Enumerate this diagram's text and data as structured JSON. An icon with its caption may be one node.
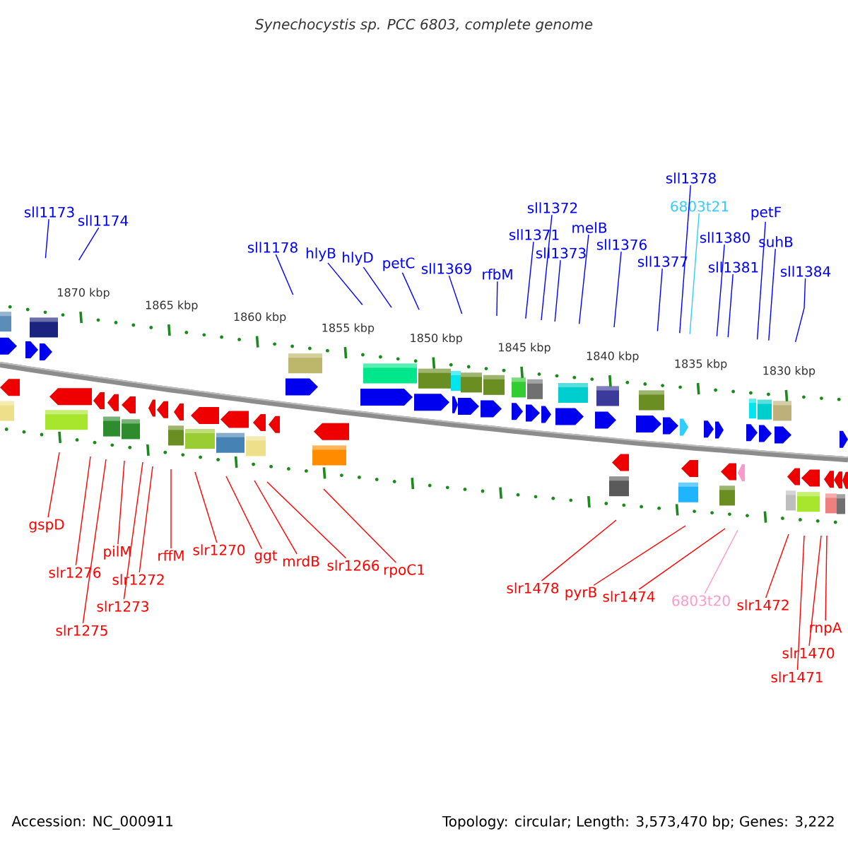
{
  "diagram": {
    "title": "Synechocystis sp. PCC 6803, complete genome",
    "nodes": [
      {
        "text": [
          "sll1173"
        ]
      },
      {
        "text": [
          "sll1174"
        ]
      },
      {
        "text": [
          "sll1178"
        ]
      },
      {
        "text": [
          "hlyB"
        ]
      },
      {
        "text": [
          "hlyD"
        ]
      },
      {
        "text": [
          "petC"
        ]
      },
      {
        "text": [
          "sll1369"
        ]
      },
      {
        "text": [
          "rfbM"
        ]
      },
      {
        "text": [
          "sll1371"
        ]
      },
      {
        "text": [
          "sll1372"
        ]
      },
      {
        "text": [
          "sll1373"
        ]
      },
      {
        "text": [
          "melB"
        ]
      },
      {
        "text": [
          "sll1376"
        ]
      },
      {
        "text": [
          "sll1377"
        ]
      },
      {
        "text": [
          "sll1378"
        ]
      },
      {
        "text": [
          "6803t21"
        ]
      },
      {
        "text": [
          "sll1380"
        ]
      },
      {
        "text": [
          "sll1381"
        ]
      },
      {
        "text": [
          "petF"
        ]
      },
      {
        "text": [
          "suhB"
        ]
      },
      {
        "text": [
          "sll1384"
        ]
      },
      {
        "text": [
          "gspD"
        ]
      },
      {
        "text": [
          "slr1276"
        ]
      },
      {
        "text": [
          "pilM"
        ]
      },
      {
        "text": [
          "slr1272"
        ]
      },
      {
        "text": [
          "slr1273"
        ]
      },
      {
        "text": [
          "slr1275"
        ]
      },
      {
        "text": [
          "rffM"
        ]
      },
      {
        "text": [
          "slr1270"
        ]
      },
      {
        "text": [
          "ggt"
        ]
      },
      {
        "text": [
          "mrdB"
        ]
      },
      {
        "text": [
          "slr1266"
        ]
      },
      {
        "text": [
          "rpoC1"
        ]
      },
      {
        "text": [
          "slr1478"
        ]
      },
      {
        "text": [
          "pyrB"
        ]
      },
      {
        "text": [
          "slr1474"
        ]
      },
      {
        "text": [
          "6803t20"
        ]
      },
      {
        "text": [
          "slr1472"
        ]
      },
      {
        "text": [
          "rnpA"
        ]
      },
      {
        "text": [
          "slr1470"
        ]
      },
      {
        "text": [
          "slr1471"
        ]
      }
    ],
    "edges": [
      {
        "from": 0,
        "to": null,
        "arrow": "none",
        "color": "#0000ff"
      },
      {
        "from": 1,
        "to": null,
        "arrow": "none",
        "color": "#0000ff"
      },
      {
        "from": 2,
        "to": null,
        "arrow": "none",
        "color": "#0000ff"
      },
      {
        "from": 3,
        "to": null,
        "arrow": "none",
        "color": "#0000ff"
      },
      {
        "from": 4,
        "to": null,
        "arrow": "none",
        "color": "#0000ff"
      },
      {
        "from": 5,
        "to": null,
        "arrow": "none",
        "color": "#0000ff"
      },
      {
        "from": 6,
        "to": null,
        "arrow": "none",
        "color": "#0000ff"
      },
      {
        "from": 7,
        "to": null,
        "arrow": "none",
        "color": "#0000ff"
      },
      {
        "from": 8,
        "to": null,
        "arrow": "none",
        "color": "#0000ff"
      },
      {
        "from": 9,
        "to": null,
        "arrow": "none",
        "color": "#0000ff"
      },
      {
        "from": 10,
        "to": null,
        "arrow": "none",
        "color": "#0000ff"
      },
      {
        "from": 11,
        "to": null,
        "arrow": "none",
        "color": "#0000ff"
      },
      {
        "from": 12,
        "to": null,
        "arrow": "none",
        "color": "#0000ff"
      },
      {
        "from": 13,
        "to": null,
        "arrow": "none",
        "color": "#0000ff"
      },
      {
        "from": 14,
        "to": null,
        "arrow": "none",
        "color": "#0000ff"
      },
      {
        "from": 15,
        "to": null,
        "arrow": "none",
        "color": "#33ccff"
      },
      {
        "from": 16,
        "to": null,
        "arrow": "none",
        "color": "#0000ff"
      },
      {
        "from": 17,
        "to": null,
        "arrow": "none",
        "color": "#0000ff"
      },
      {
        "from": 18,
        "to": null,
        "arrow": "none",
        "color": "#0000ff"
      },
      {
        "from": 19,
        "to": null,
        "arrow": "none",
        "color": "#0000ff"
      },
      {
        "from": 20,
        "to": null,
        "arrow": "none",
        "color": "#0000ff"
      },
      {
        "from": 21,
        "to": null,
        "arrow": "none",
        "color": "#ff0000"
      },
      {
        "from": 22,
        "to": null,
        "arrow": "none",
        "color": "#ff0000"
      },
      {
        "from": 23,
        "to": null,
        "arrow": "none",
        "color": "#ff0000"
      },
      {
        "from": 24,
        "to": null,
        "arrow": "none",
        "color": "#ff0000"
      },
      {
        "from": 25,
        "to": null,
        "arrow": "none",
        "color": "#ff0000"
      },
      {
        "from": 26,
        "to": null,
        "arrow": "none",
        "color": "#ff0000"
      },
      {
        "from": 27,
        "to": null,
        "arrow": "none",
        "color": "#ff0000"
      },
      {
        "from": 28,
        "to": null,
        "arrow": "none",
        "color": "#ff0000"
      },
      {
        "from": 29,
        "to": null,
        "arrow": "none",
        "color": "#ff0000"
      },
      {
        "from": 30,
        "to": null,
        "arrow": "none",
        "color": "#ff0000"
      },
      {
        "from": 31,
        "to": null,
        "arrow": "none",
        "color": "#ff0000"
      },
      {
        "from": 32,
        "to": null,
        "arrow": "none",
        "color": "#ff0000"
      },
      {
        "from": 33,
        "to": null,
        "arrow": "none",
        "color": "#ff0000"
      },
      {
        "from": 34,
        "to": null,
        "arrow": "none",
        "color": "#ff0000"
      },
      {
        "from": 35,
        "to": null,
        "arrow": "none",
        "color": "#ff0000"
      },
      {
        "from": 36,
        "to": null,
        "arrow": "none",
        "color": "#ff99cc"
      },
      {
        "from": 37,
        "to": null,
        "arrow": "none",
        "color": "#ff0000"
      },
      {
        "from": 38,
        "to": null,
        "arrow": "none",
        "color": "#ff0000"
      },
      {
        "from": 39,
        "to": null,
        "arrow": "none",
        "color": "#ff0000"
      },
      {
        "from": 40,
        "to": null,
        "arrow": "none",
        "color": "#ff0000"
      }
    ],
    "labels": [
      "1870 kbp",
      "1865 kbp",
      "1860 kbp",
      "1855 kbp",
      "1850 kbp",
      "1845 kbp",
      "1840 kbp",
      "1835 kbp",
      "1830 kbp",
      "Accession: NC_000911",
      "Topology: circular; Length: 3,573,470 bp; Genes: 3,222"
    ]
  }
}
